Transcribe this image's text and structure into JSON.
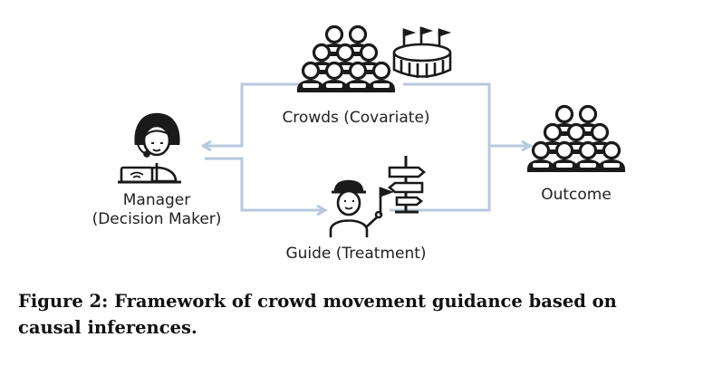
{
  "nodes": {
    "crowds": "Crowds (Covariate)",
    "manager_line1": "Manager",
    "manager_line2": "(Decision Maker)",
    "guide": "Guide (Treatment)",
    "outcome": "Outcome"
  },
  "caption": {
    "line1": "Figure 2: Framework of crowd movement guidance based on",
    "line2": "causal inferences."
  },
  "colors": {
    "arrow": "#b8c8dd",
    "icon_stroke": "#1a1a1a",
    "skin_fill": "#ffffff"
  }
}
